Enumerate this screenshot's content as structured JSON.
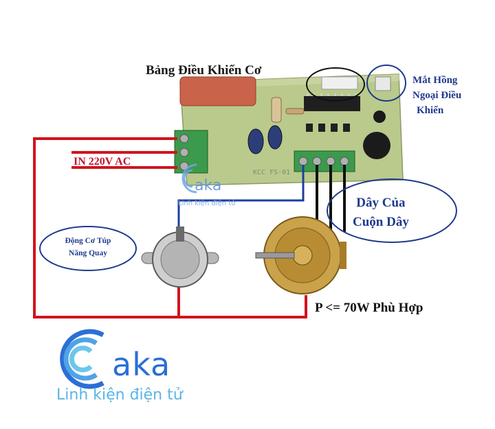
{
  "labels": {
    "board_title": "Bảng Điều Khiển Cơ",
    "ir_line1": "Mắt Hồng",
    "ir_line2": "Ngoại Điều",
    "ir_line3": "Khiển",
    "input_power": "IN  220V AC",
    "coil_line1": "Dây Của",
    "coil_line2": "Cuộn Dây",
    "motor_line1": "Động Cơ Túp",
    "motor_line2": "Năng Quay",
    "power_note": "P <= 70W Phù Hợp"
  },
  "branding": {
    "small_word": "aka",
    "small_tagline": "Linh kiện điện tử",
    "large_word": "aka",
    "large_tagline": "Linh kiện điện tử"
  },
  "pcb": {
    "code": "KCC FS-01"
  },
  "colors": {
    "wire_red": "#d0141c",
    "wire_blue": "#1c3f9e",
    "wire_black": "#111111",
    "pcb_green": "#b8c98a",
    "label_blue": "#1f3a8c",
    "brand_blue": "#2b6fd6",
    "brand_cyan": "#5ab4e6"
  }
}
